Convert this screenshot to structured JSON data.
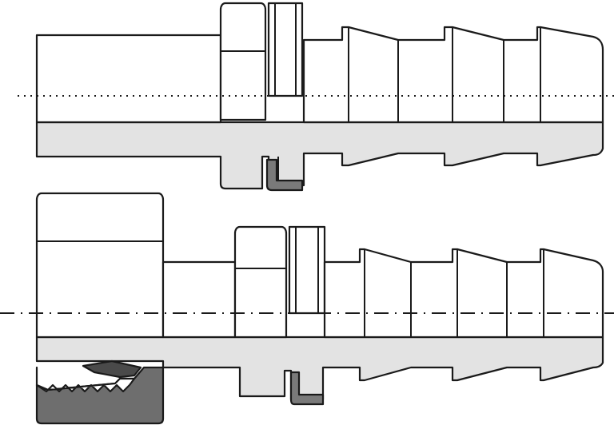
{
  "colors": {
    "background": "#ffffff",
    "outline": "#1a1a1a",
    "body_fill": "#ffffff",
    "section_fill": "#e3e3e3",
    "seal_fill": "#7a7a7a",
    "nut_section_fill": "#6e6e6e",
    "o_ring_fill": "#4a4a4a"
  },
  "parts": [
    {
      "name": "hose-barb-fitting-straight-top",
      "centerline": "dotted"
    },
    {
      "name": "hose-barb-fitting-with-swivel-nut-bottom",
      "centerline": "dash-dot"
    }
  ]
}
